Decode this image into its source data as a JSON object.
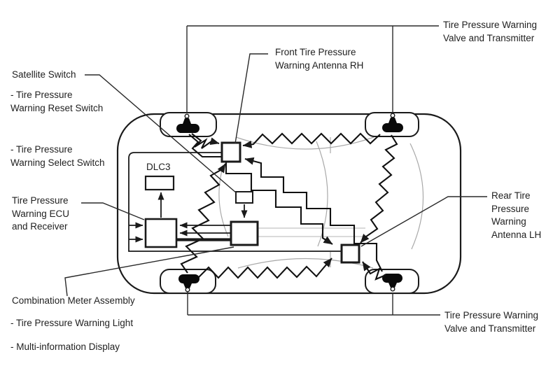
{
  "title": "Tire Pressure Warning System component location diagram",
  "labels": {
    "satellite_switch": "Satellite Switch",
    "reset_switch": "- Tire Pressure\nWarning Reset Switch",
    "select_switch": "- Tire Pressure\nWarning Select Switch",
    "ecu": "Tire Pressure\nWarning ECU\nand Receiver",
    "combination_meter": "Combination Meter Assembly",
    "warning_light": "- Tire Pressure Warning Light",
    "multi_display": "- Multi-information Display",
    "dlc3": "DLC3",
    "front_antenna": "Front Tire Pressure\nWarning Antenna RH",
    "rear_antenna": "Rear Tire\nPressure\nWarning\nAntenna LH",
    "valve_transmitter_top": "Tire Pressure Warning\nValve and Transmitter",
    "valve_transmitter_bottom": "Tire Pressure Warning\nValve and Transmitter"
  },
  "icons": {
    "tire": "tire-icon",
    "valve_stem": "valve-stem-icon",
    "radio_wave": "radio-wave-zigzag",
    "arrow": "arrowhead-icon"
  },
  "colors": {
    "line": "#1a1a1a",
    "background": "#ffffff",
    "interior_detail": "#a9a9a9",
    "text": "#1f1f1f"
  }
}
